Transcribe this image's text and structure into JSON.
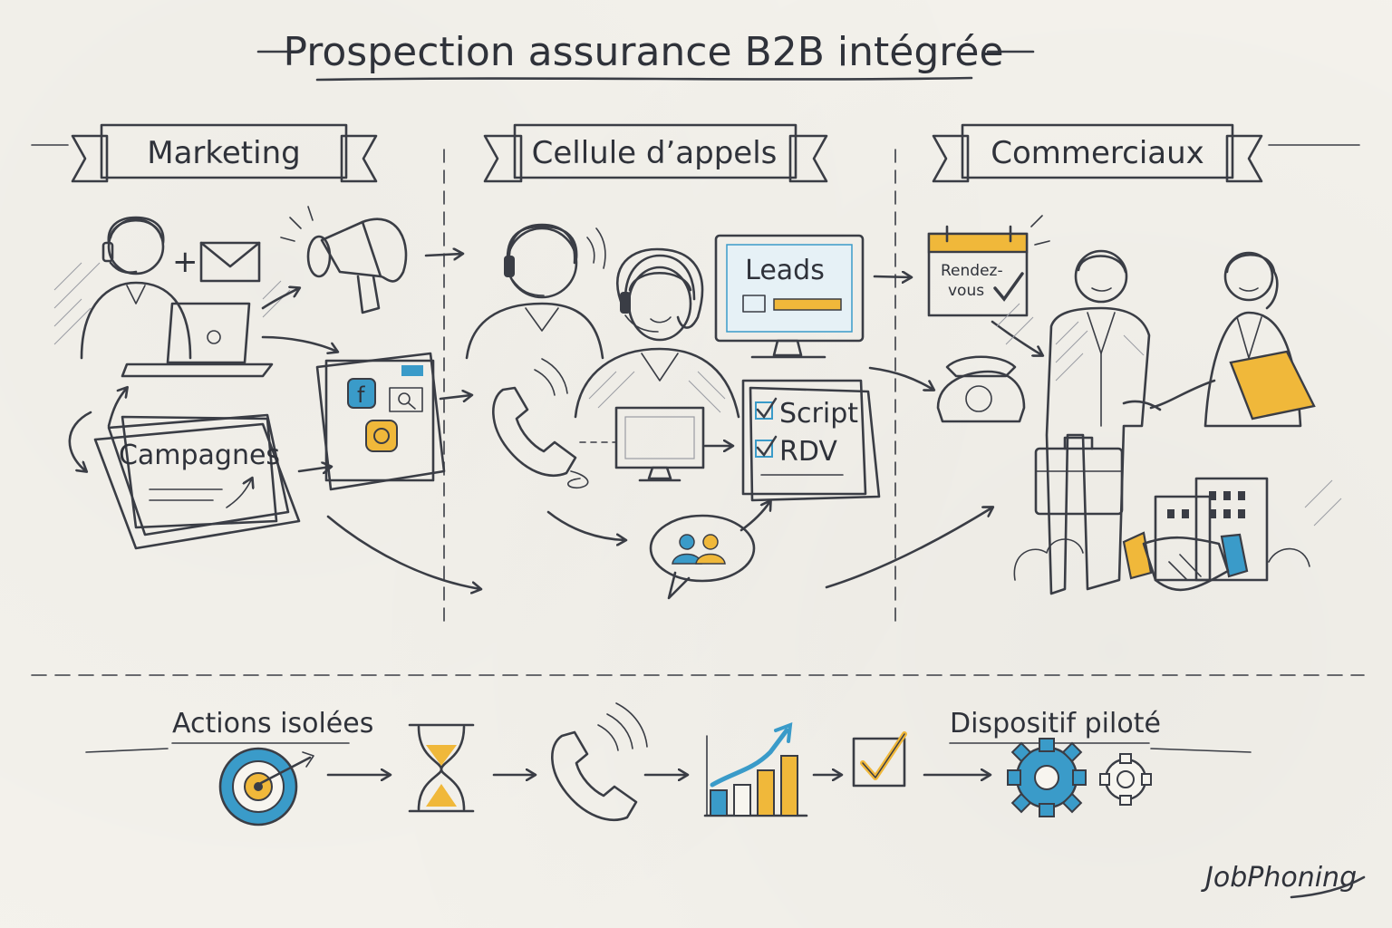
{
  "title": "Prospection assurance B2B intégrée",
  "sections": {
    "marketing": "Marketing",
    "calls": "Cellule d’appels",
    "sales": "Commerciaux"
  },
  "labels": {
    "campaigns": "Campagnes",
    "leads": "Leads",
    "appointment_line1": "Rendez-",
    "appointment_line2": "vous",
    "script": "Script",
    "rdv": "RDV"
  },
  "process": {
    "start_label": "Actions isolées",
    "end_label": "Dispositif piloté"
  },
  "brand": "JobPhoning",
  "colors": {
    "accent_yellow": "#f0b83a",
    "accent_blue": "#3a9bc9",
    "ink": "#3a3d45",
    "paper": "#f4f2ec"
  }
}
